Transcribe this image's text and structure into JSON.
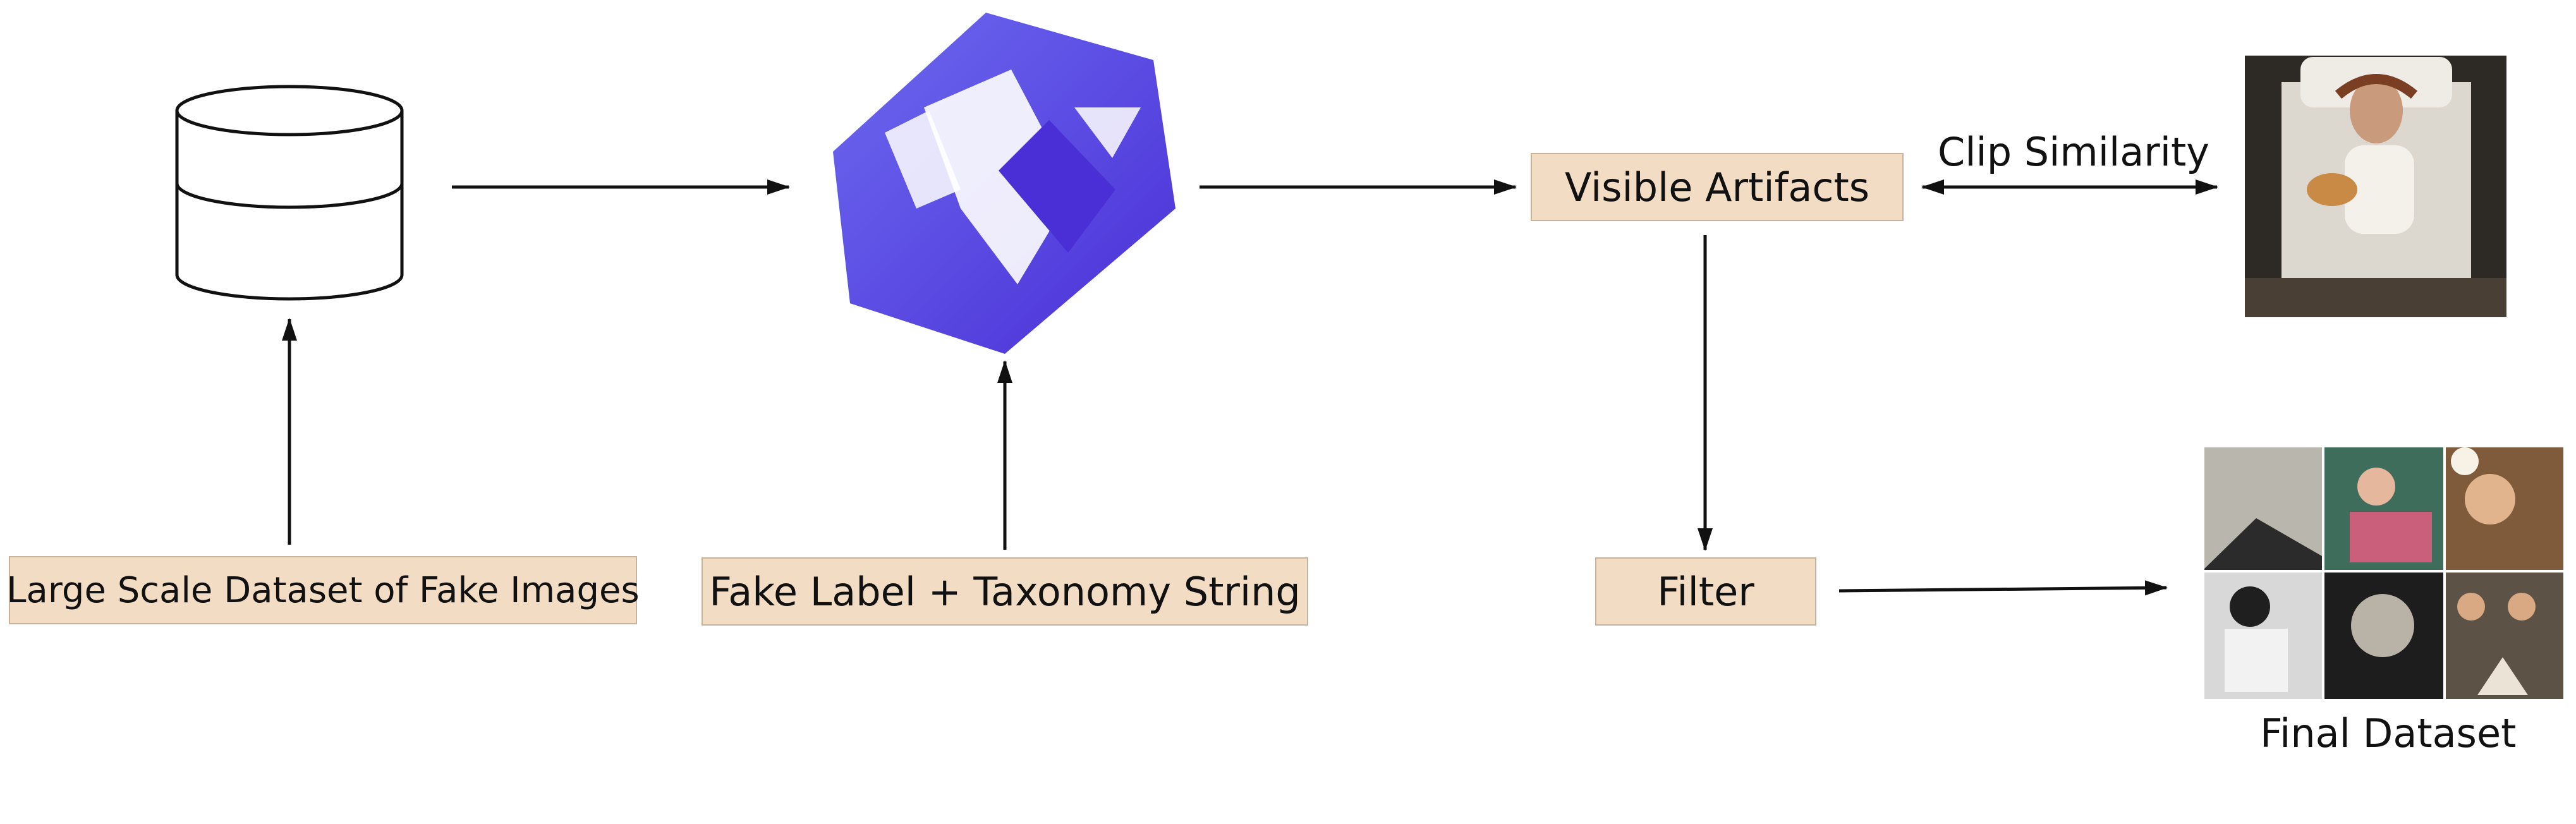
{
  "nodes": {
    "large_dataset": "Large Scale Dataset of Fake Images",
    "fake_label": "Fake Label + Taxonomy String",
    "visible_artifacts": "Visible Artifacts",
    "filter": "Filter"
  },
  "edge_labels": {
    "clip_similarity": "Clip Similarity"
  },
  "captions": {
    "final_dataset": "Final Dataset"
  },
  "icons": {
    "database": "database-icon",
    "model_logo": "model-logo-icon",
    "sample_image": "sample-image",
    "dataset_collage": "dataset-collage-image"
  },
  "colors": {
    "box_fill": "#f3dcc4",
    "box_border": "#c9b29b",
    "logo_primary": "#5b55e6",
    "logo_dark": "#4a32d8",
    "text": "#111111"
  }
}
